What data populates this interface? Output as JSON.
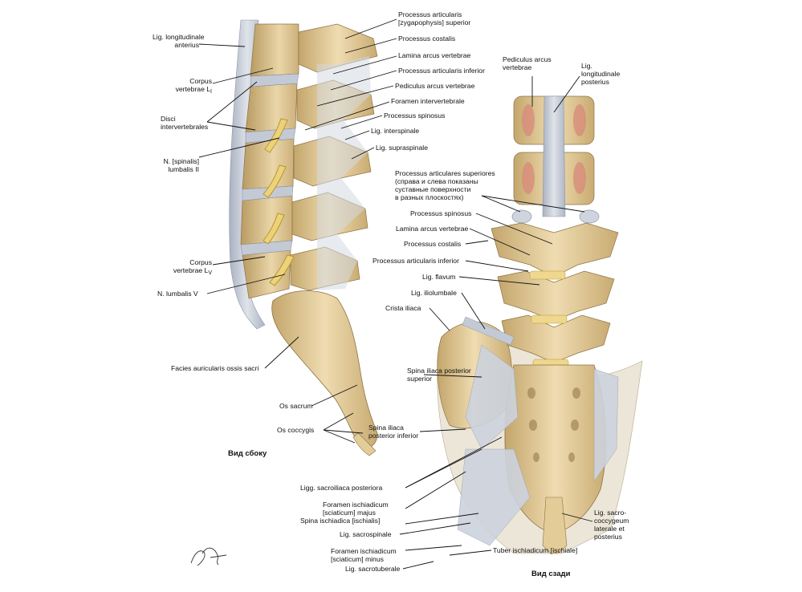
{
  "colors": {
    "bone": "#e7d3a6",
    "bone_shadow": "#b89a63",
    "ligament": "#c9ced8",
    "ligament_shadow": "#98a1b1",
    "nerve": "#ecd27a",
    "marrow": "#d88a7a"
  },
  "captions": {
    "lateral": "Вид сбоку",
    "posterior": "Вид сзади"
  },
  "lateral": {
    "lig_long_ant_1": "Lig. longitudinale",
    "lig_long_ant_2": "anterius",
    "corpus_l1_1": "Corpus",
    "corpus_l1_2": "vertebrae L",
    "corpus_l1_sub": "I",
    "disci_1": "Disci",
    "disci_2": "intervertebrales",
    "n_spinalis_1": "N. [spinalis]",
    "n_spinalis_2": "lumbalis II",
    "corpus_l5_1": "Corpus",
    "corpus_l5_2": "vertebrae L",
    "corpus_l5_sub": "V",
    "n_lumbalis_v": "N. lumbalis V",
    "facies_auricularis": "Facies auricularis ossis sacri",
    "os_sacrum": "Os sacrum",
    "os_coccygis": "Os coccygis",
    "proc_art_sup_1": "Processus articularis",
    "proc_art_sup_2": "[zygapophysis] superior",
    "proc_costalis": "Processus costalis",
    "lamina": "Lamina arcus vertebrae",
    "proc_art_inf": "Processus articularis inferior",
    "pediculus": "Pediculus arcus vertebrae",
    "foramen_iv": "Foramen intervertebrale",
    "proc_spinosus": "Processus spinosus",
    "lig_interspinale": "Lig. interspinale",
    "lig_supraspinale": "Lig. supraspinale"
  },
  "posterior": {
    "pediculus_1": "Pediculus arcus",
    "pediculus_2": "vertebrae",
    "lig_long_post_1": "Lig.",
    "lig_long_post_2": "longitudinale",
    "lig_long_post_3": "posterius",
    "proc_art_sups_1": "Processus articulares superiores",
    "proc_art_sups_2": "(справа и слева показаны",
    "proc_art_sups_3": "суставные поверхности",
    "proc_art_sups_4": "в разных плоскостях)",
    "proc_spinosus": "Processus spinosus",
    "lamina": "Lamina arcus vertebrae",
    "proc_costalis": "Processus costalis",
    "proc_art_inf": "Processus articularis inferior",
    "lig_flavum": "Lig. flavum",
    "lig_iliolumbale": "Lig. iliolumbale",
    "crista_iliaca": "Crista iliaca",
    "spina_ips_1": "Spina iliaca posterior",
    "spina_ips_2": "superior",
    "spina_ipi_1": "Spina iliaca",
    "spina_ipi_2": "posterior inferior",
    "ligg_sacroiliaca": "Ligg. sacroiliaca posteriora",
    "foramen_maj_1": "Foramen ischiadicum",
    "foramen_maj_2": "[sciaticum] majus",
    "spina_ischiadica": "Spina ischiadica [ischialis]",
    "lig_sacrospinale": "Lig. sacrospinale",
    "foramen_min_1": "Foramen ischiadicum",
    "foramen_min_2": "[sciaticum] minus",
    "lig_sacrotuberale": "Lig. sacrotuberale",
    "tuber": "Tuber ischiadicum [ischiale]",
    "lig_sacrococ_1": "Lig. sacro-",
    "lig_sacrococ_2": "coccygeum",
    "lig_sacrococ_3": "laterale et",
    "lig_sacrococ_4": "posterius"
  },
  "signature": "F. Netter"
}
